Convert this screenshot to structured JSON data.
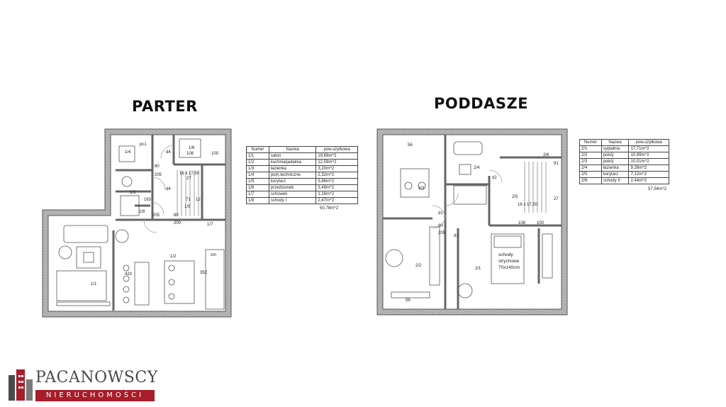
{
  "titles": {
    "parter": "PARTER",
    "poddasze": "PODDASZE"
  },
  "table_headers": {
    "numer": "Numer",
    "nazwa": "Nazwa",
    "pow": "pow.użytkowa"
  },
  "parter_rooms": [
    {
      "nr": "1/1",
      "name": "salon",
      "area": "19,69m^2"
    },
    {
      "nr": "1/2",
      "name": "kuchnia/jadalnia",
      "area": "12,59m^2"
    },
    {
      "nr": "1/3",
      "name": "łazienka",
      "area": "3,20m^2"
    },
    {
      "nr": "1/4",
      "name": "pom.techniczne",
      "area": "2,32m^2"
    },
    {
      "nr": "1/5",
      "name": "korytarz",
      "area": "5,86m^2"
    },
    {
      "nr": "1/6",
      "name": "przedsionek",
      "area": "3,49m^2"
    },
    {
      "nr": "1/7",
      "name": "schowek",
      "area": "1,16m^2"
    },
    {
      "nr": "1/8",
      "name": "schody I",
      "area": "2,47m^2"
    }
  ],
  "parter_total": "50,78m^2",
  "poddasze_rooms": [
    {
      "nr": "2/1",
      "name": "sypialnia",
      "area": "17,71m^2"
    },
    {
      "nr": "2/2",
      "name": "pokój",
      "area": "10,99m^2"
    },
    {
      "nr": "2/3",
      "name": "pokój",
      "area": "10,01m^2"
    },
    {
      "nr": "2/4",
      "name": "łazienka",
      "area": "9,26m^2"
    },
    {
      "nr": "2/5",
      "name": "korytarz",
      "area": "7,12m^2"
    },
    {
      "nr": "2/6",
      "name": "schody II",
      "area": "2,44m^2"
    }
  ],
  "poddasze_total": "57,54m^2",
  "plan_labels": {
    "parter": [
      "1/1",
      "1/2",
      "1/3",
      "1/4",
      "1/5",
      "1/6",
      "1/7",
      "1/8",
      "pc1",
      "d4",
      "d4",
      "108",
      "100",
      "205",
      "80",
      "205",
      "163",
      "71",
      "12",
      "16 x 17,50",
      "27",
      "zm",
      "420",
      "352",
      "80",
      "200"
    ],
    "poddasze": [
      "2/1",
      "2/2",
      "2/3",
      "2/4",
      "2/5",
      "2/6",
      "schody",
      "strychowe",
      "70x140cm",
      "d1",
      "d1",
      "d2",
      "80",
      "205",
      "108",
      "100",
      "56",
      "56",
      "91",
      "27",
      "16 x 17,50"
    ]
  },
  "brand": {
    "name": "PACANOWSCY",
    "sub": "NIERUCHOMOŚCI"
  },
  "colors": {
    "wall": "#555555",
    "brand_red": "#a71d2a",
    "brand_gray": "#4a4a4a"
  }
}
